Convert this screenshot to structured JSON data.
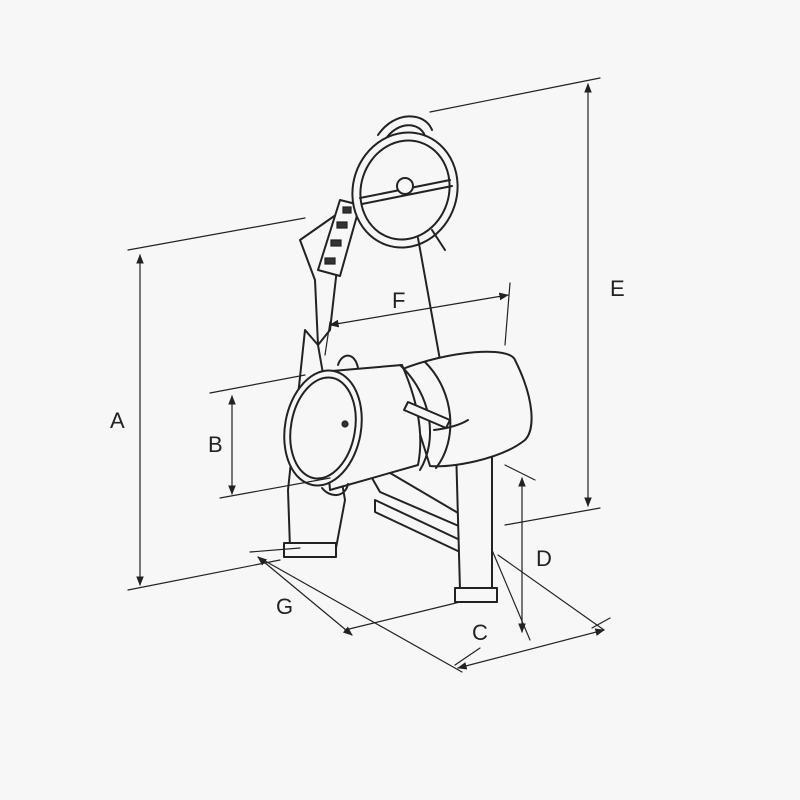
{
  "labels": {
    "A": "A",
    "B": "B",
    "C": "C",
    "D": "D",
    "E": "E",
    "F": "F",
    "G": "G"
  },
  "colors": {
    "line": "#222222",
    "background": "#f7f7f7"
  }
}
